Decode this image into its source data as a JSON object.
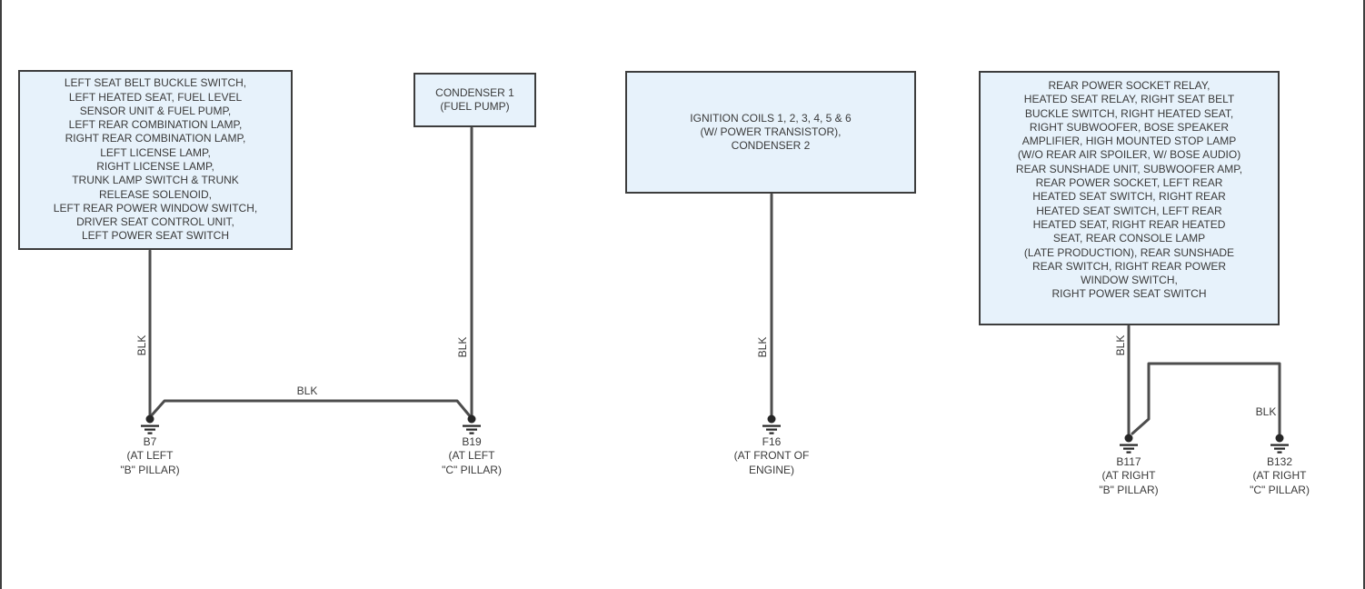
{
  "colors": {
    "box_fill": "#e7f2fb",
    "box_border": "#3d3d3d",
    "wire": "#4d4d4d",
    "text": "#3a3a3a",
    "page_border": "#3f3f3f"
  },
  "boxes": [
    {
      "id": "left-rear-components",
      "text": "LEFT SEAT BELT BUCKLE SWITCH,\nLEFT HEATED SEAT, FUEL LEVEL\nSENSOR UNIT & FUEL PUMP,\nLEFT REAR COMBINATION LAMP,\nRIGHT REAR COMBINATION LAMP,\nLEFT LICENSE LAMP,\nRIGHT LICENSE LAMP,\nTRUNK LAMP SWITCH & TRUNK\nRELEASE SOLENOID,\nLEFT REAR POWER WINDOW SWITCH,\nDRIVER SEAT CONTROL UNIT,\nLEFT POWER SEAT SWITCH"
    },
    {
      "id": "condenser-1",
      "text": "CONDENSER 1\n(FUEL PUMP)"
    },
    {
      "id": "ignition-coils",
      "text": "IGNITION COILS 1, 2, 3, 4, 5 & 6\n(W/ POWER TRANSISTOR),\nCONDENSER 2"
    },
    {
      "id": "right-rear-components",
      "text": "REAR POWER SOCKET RELAY,\nHEATED SEAT RELAY, RIGHT SEAT BELT\nBUCKLE SWITCH, RIGHT HEATED SEAT,\nRIGHT SUBWOOFER, BOSE SPEAKER\nAMPLIFIER, HIGH MOUNTED STOP LAMP\n(W/O REAR AIR SPOILER, W/ BOSE AUDIO)\nREAR SUNSHADE UNIT, SUBWOOFER AMP,\nREAR POWER SOCKET, LEFT REAR\nHEATED SEAT SWITCH, RIGHT REAR\nHEATED SEAT SWITCH, LEFT REAR\nHEATED SEAT, RIGHT REAR HEATED\nSEAT, REAR CONSOLE LAMP\n(LATE PRODUCTION), REAR SUNSHADE\nREAR SWITCH, RIGHT REAR POWER\nWINDOW SWITCH,\nRIGHT POWER SEAT SWITCH"
    }
  ],
  "wire_labels": {
    "b7": "BLK",
    "b19": "BLK",
    "f16": "BLK",
    "b117": "BLK",
    "b132": "BLK",
    "jumper": "BLK"
  },
  "grounds": [
    {
      "id": "B7",
      "label": "B7\n(AT LEFT\n\"B\" PILLAR)"
    },
    {
      "id": "B19",
      "label": "B19\n(AT LEFT\n\"C\" PILLAR)"
    },
    {
      "id": "F16",
      "label": "F16\n(AT FRONT OF\nENGINE)"
    },
    {
      "id": "B117",
      "label": "B117\n(AT RIGHT\n\"B\" PILLAR)"
    },
    {
      "id": "B132",
      "label": "B132\n(AT RIGHT\n\"C\" PILLAR)"
    }
  ]
}
